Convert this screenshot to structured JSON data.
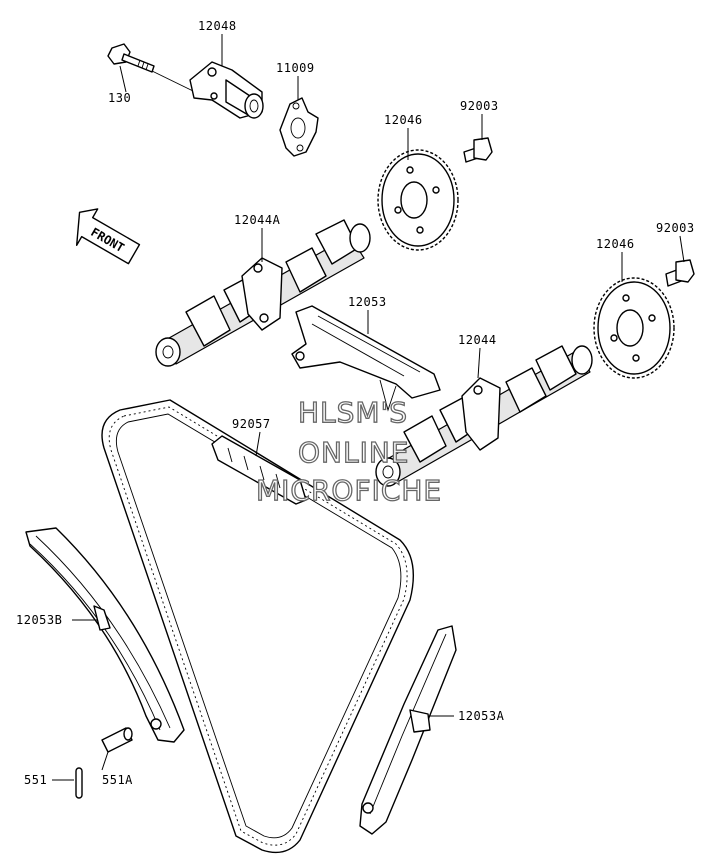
{
  "parts": {
    "p12048": "12048",
    "p130": "130",
    "p11009": "11009",
    "p12046_a": "12046",
    "p92003_a": "92003",
    "p12044A": "12044A",
    "p92003_b": "92003",
    "p12046_b": "12046",
    "p12053": "12053",
    "p12044": "12044",
    "p92057": "92057",
    "p12053B": "12053B",
    "p12053A": "12053A",
    "p551": "551",
    "p551A": "551A"
  },
  "front_arrow": "FRONT",
  "watermark": {
    "line1": "HLSM'S",
    "line2": "ONLINE",
    "line3": "MICROFICHE"
  }
}
